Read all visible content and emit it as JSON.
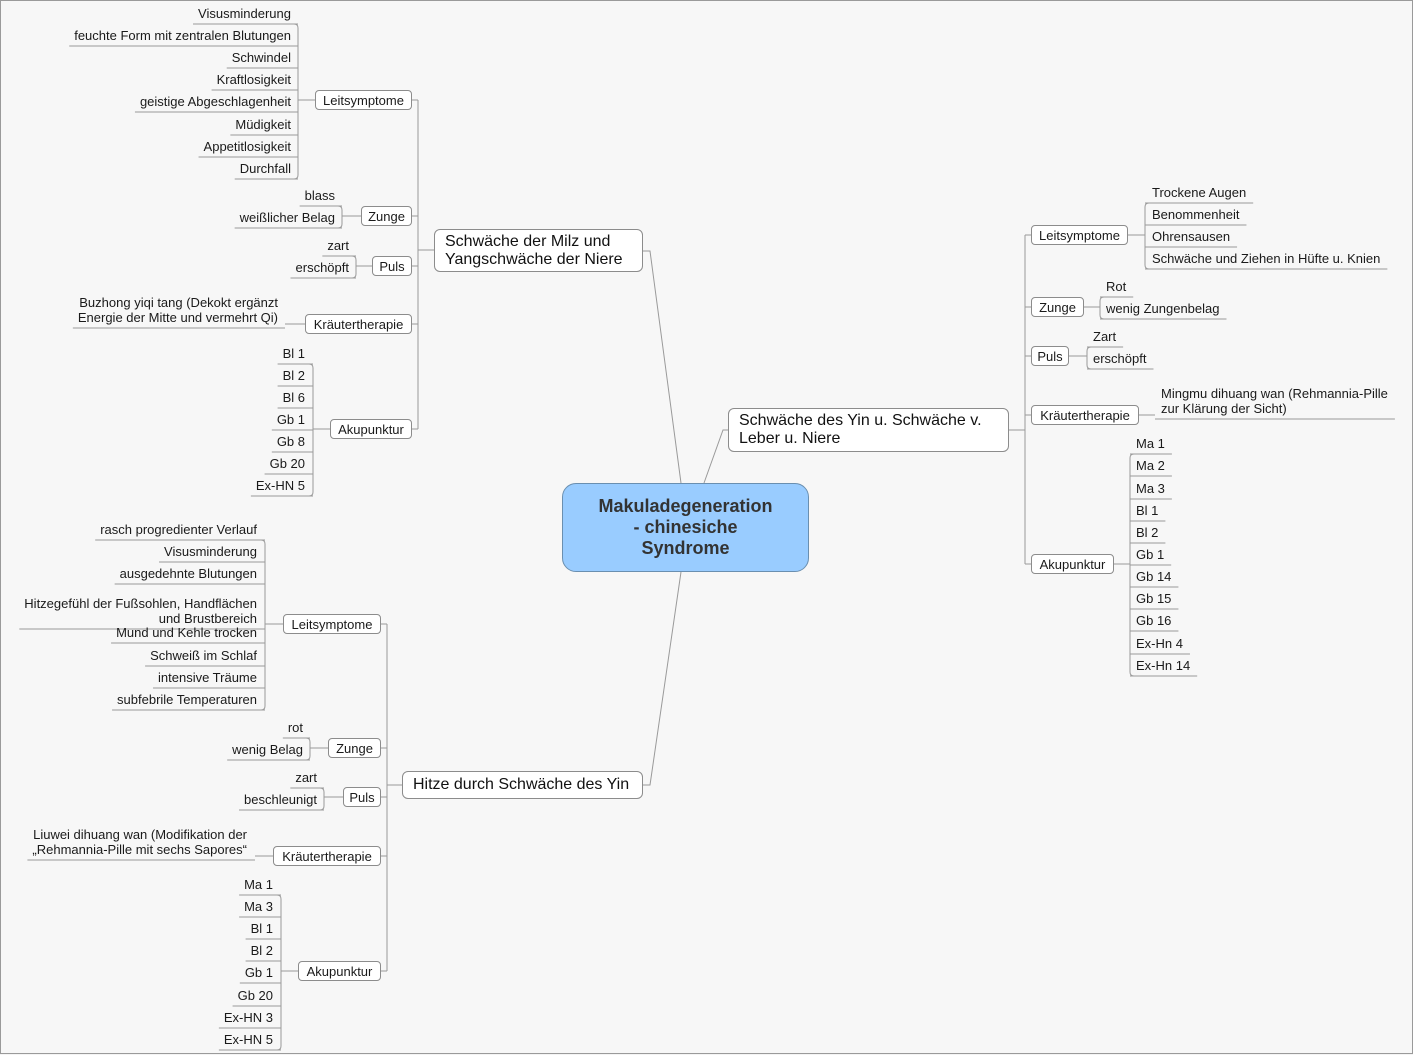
{
  "center": {
    "title": "Makuladegeneration\n- chinesiche\nSyndrome"
  },
  "branch1": {
    "title": "Schwäche der Milz und\nYangschwäche der Niere",
    "leitsymptome": {
      "label": "Leitsymptome",
      "items": [
        "Visusminderung",
        "feuchte Form mit zentralen Blutungen",
        "Schwindel",
        "Kraftlosigkeit",
        "geistige Abgeschlagenheit",
        "Müdigkeit",
        "Appetitlosigkeit",
        "Durchfall"
      ]
    },
    "zunge": {
      "label": "Zunge",
      "items": [
        "blass",
        "weißlicher Belag"
      ]
    },
    "puls": {
      "label": "Puls",
      "items": [
        "zart",
        "erschöpft"
      ]
    },
    "kraeuter": {
      "label": "Kräutertherapie",
      "items": [
        "Buzhong yiqi tang (Dekokt ergänzt\nEnergie der Mitte und vermehrt Qi)"
      ]
    },
    "akupunktur": {
      "label": "Akupunktur",
      "items": [
        "Bl 1",
        "Bl 2",
        "Bl 6",
        "Gb 1",
        "Gb 8",
        "Gb 20",
        "Ex-HN 5"
      ]
    }
  },
  "branch2": {
    "title": "Hitze durch Schwäche des Yin",
    "leitsymptome": {
      "label": "Leitsymptome",
      "items": [
        "rasch progredienter Verlauf",
        "Visusminderung",
        "ausgedehnte Blutungen",
        "Hitzegefühl der Fußsohlen, Handflächen\nund Brustbereich",
        "Mund und Kehle trocken",
        "Schweiß im Schlaf",
        "intensive Träume",
        "subfebrile Temperaturen"
      ]
    },
    "zunge": {
      "label": "Zunge",
      "items": [
        "rot",
        "wenig Belag"
      ]
    },
    "puls": {
      "label": "Puls",
      "items": [
        "zart",
        "beschleunigt"
      ]
    },
    "kraeuter": {
      "label": "Kräutertherapie",
      "items": [
        "Liuwei dihuang wan (Modifikation der\n„Rehmannia-Pille mit sechs Sapores“"
      ]
    },
    "akupunktur": {
      "label": "Akupunktur",
      "items": [
        "Ma 1",
        "Ma 3",
        "Bl 1",
        "Bl 2",
        "Gb 1",
        "Gb 20",
        "Ex-HN 3",
        "Ex-HN 5"
      ]
    }
  },
  "branch3": {
    "title": "Schwäche des Yin u. Schwäche v.\nLeber u. Niere",
    "leitsymptome": {
      "label": "Leitsymptome",
      "items": [
        "Trockene Augen",
        "Benommenheit",
        "Ohrensausen",
        "Schwäche und Ziehen in Hüfte u. Knien"
      ]
    },
    "zunge": {
      "label": "Zunge",
      "items": [
        "Rot",
        "wenig Zungenbelag"
      ]
    },
    "puls": {
      "label": "Puls",
      "items": [
        "Zart",
        "erschöpft"
      ]
    },
    "kraeuter": {
      "label": "Kräutertherapie",
      "items": [
        "Mingmu dihuang wan (Rehmannia-Pille\nzur Klärung der Sicht)"
      ]
    },
    "akupunktur": {
      "label": "Akupunktur",
      "items": [
        "Ma 1",
        "Ma 2",
        "Ma 3",
        "Bl 1",
        "Bl 2",
        "Gb 1",
        "Gb 14",
        "Gb 15",
        "Gb 16",
        "Ex-Hn 4",
        "Ex-Hn 14"
      ]
    }
  }
}
